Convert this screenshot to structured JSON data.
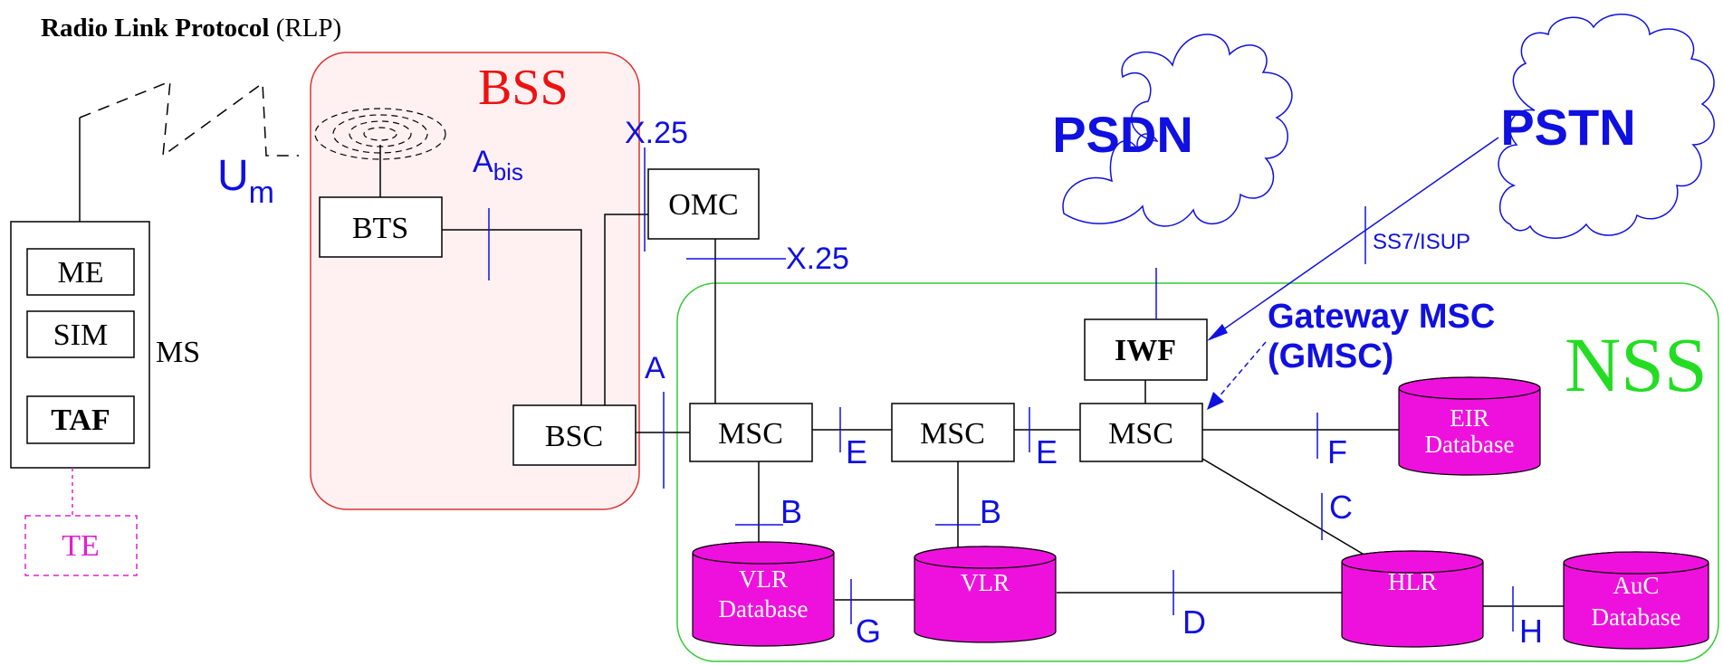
{
  "title": {
    "bold": "Radio Link Protocol",
    "rest": " (RLP)"
  },
  "regions": {
    "bss": "BSS",
    "nss": "NSS"
  },
  "clouds": {
    "psdn": "PSDN",
    "pstn": "PSTN"
  },
  "nodes": {
    "me": "ME",
    "sim": "SIM",
    "taf": "TAF",
    "ms": "MS",
    "te": "TE",
    "bts": "BTS",
    "bsc": "BSC",
    "omc": "OMC",
    "iwf": "IWF",
    "msc1": "MSC",
    "msc2": "MSC",
    "msc3": "MSC"
  },
  "databases": {
    "vlr_db": [
      "VLR",
      "Database"
    ],
    "vlr": [
      "VLR"
    ],
    "hlr": [
      "HLR"
    ],
    "eir": [
      "EIR",
      "Database"
    ],
    "auc": [
      "AuC",
      "Database"
    ]
  },
  "interfaces": {
    "um_main": "U",
    "um_sub": "m",
    "abis_main": "A",
    "abis_sub": "bis",
    "x25_top": "X.25",
    "x25_right": "X.25",
    "a": "A",
    "e1": "E",
    "e2": "E",
    "b1": "B",
    "b2": "B",
    "f": "F",
    "c": "C",
    "g": "G",
    "d": "D",
    "h": "H",
    "ss7": "SS7/ISUP"
  },
  "gateway": {
    "line1": "Gateway MSC",
    "line2": "(GMSC)"
  },
  "colors": {
    "interface_blue": "#1010e0",
    "bss_label": "#ee1111",
    "bss_border": "#e03030",
    "bss_fill": "#fff1f1",
    "nss_label": "#22dd22",
    "nss_border": "#33cc33",
    "database_fill": "#ee11dd",
    "te_magenta": "#e020d0"
  }
}
